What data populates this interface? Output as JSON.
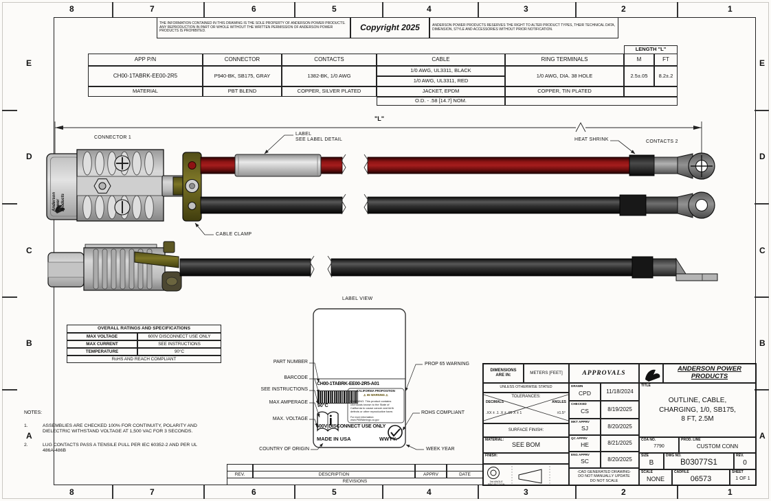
{
  "sheet": {
    "notice_left": "THE INFORMATION CONTAINED IN THIS DRAWING IS THE SOLE PROPERTY OF ANDERSON POWER PRODUCTS.  ANY REPRODUCTION IN PART OR WHOLE WITHOUT THE WRITTEN PERMISSION OF ANDERSON POWER PRODUCTS IS PROHIBITED.",
    "copyright": "Copyright 2025",
    "notice_right": "ANDERSON POWER PRODUCTS RESERVES THE RIGHT TO ALTER PRODUCT TYPES, THEIR TECHNICAL DATA, DIMENSION, STYLE AND ACCESSORIES WITHOUT PRIOR NOTIFICATION.",
    "zones_top": [
      "8",
      "7",
      "6",
      "5",
      "4",
      "3",
      "2",
      "1"
    ],
    "zones_bottom": [
      "8",
      "7",
      "6",
      "5",
      "4",
      "3",
      "2",
      "1"
    ],
    "zones_left": [
      "E",
      "D",
      "C",
      "B",
      "A"
    ],
    "zones_right": [
      "E",
      "D",
      "C",
      "B",
      "A"
    ]
  },
  "spec_table": {
    "length_header": "LENGTH \"L\"",
    "col_app": "APP P/N",
    "col_connector": "CONNECTOR",
    "col_contacts": "CONTACTS",
    "col_cable": "CABLE",
    "col_ring": "RING TERMINALS",
    "col_m": "M",
    "col_ft": "FT",
    "app_pn": "CH00-1TABRK-EE00-2R5",
    "connector": "P940-BK, SB175, GRAY",
    "contacts": "1382-BK, 1/0 AWG",
    "cable_black": "1/0 AWG, UL3311, BLACK",
    "cable_red": "1/0 AWG, UL3311, RED",
    "ring": "1/0 AWG, DIA. 38 HOLE",
    "len_m": "2.5±.05",
    "len_ft": "8.2±.2",
    "material_label": "MATERIAL",
    "material_connector": "PBT BLEND",
    "material_contacts": "COPPER, SILVER PLATED",
    "material_cable": "JACKET, EPDM",
    "material_ring": "COPPER, TIN PLATED",
    "cable_od": "O.D. - .58 [14.7] NOM."
  },
  "drawing": {
    "dim_label": "\"L\"",
    "callout_connector1": "CONNECTOR 1",
    "callout_label": "LABEL\nSEE LABEL DETAIL",
    "callout_heat_shrink": "HEAT SHRINK",
    "callout_contacts2": "CONTACTS 2",
    "callout_cable_clamp": "CABLE CLAMP",
    "connector_brand": "Anderson\nPower\nProducts"
  },
  "ratings": {
    "title": "OVERALL RATINGS AND SPECIFICATIONS",
    "rows": [
      {
        "label": "MAX VOLTAGE",
        "value": "600V DISCONNECT USE ONLY"
      },
      {
        "label": "MAX CURRENT",
        "value": "SEE INSTRUCTIONS"
      },
      {
        "label": "TEMPERATURE",
        "value": "90°C"
      }
    ],
    "footer": "RoHS AND REACH COMPLIANT"
  },
  "notes": {
    "title": "NOTES:",
    "items": [
      {
        "num": "1.",
        "text": "ASSEMBLIES ARE CHECKED 100% FOR CONTINUITY, POLARITY AND\nDIELECTRIC WITHSTAND VOLTAGE AT 1,500 VAC FOR 3 SECONDS."
      },
      {
        "num": "2.",
        "text": "LUG CONTACTS PASS A TENSILE PULL PER IEC 60352-2 AND PER UL\n486A-486B"
      }
    ]
  },
  "label_view": {
    "title": "LABEL VIEW",
    "part_number": "CH00-1TABRK-EE00-2R5-A01",
    "temp": "90°C",
    "voltage": "600V DISCONNECT USE ONLY",
    "origin": "MADE IN USA",
    "week_year": "WWYY.",
    "prop65_title": "CALIFORNIA PROPOSITION",
    "prop65_warning": "⚠ 65 WARNING ⚠",
    "prop65_body": "WARNING: This product contains chemicals known to the State of California to cause cancer and birth defects or other reproductive harm.",
    "prop65_link": "For more information: www.P65Warnings.ca.gov",
    "callouts_left": [
      "PART NUMBER",
      "BARCODE",
      "SEE INSTRUCTIONS",
      "MAX AMPERAGE",
      "MAX. VOLTAGE",
      "COUNTRY OF ORIGIN"
    ],
    "callouts_right": [
      "PROP 65 WARNING",
      "ROHS COMPLIANT",
      "WEEK YEAR"
    ]
  },
  "revisions": {
    "col_rev": "REV.",
    "col_desc": "DESCRIPTION",
    "col_apprv": "APPRV",
    "col_date": "DATE",
    "footer": "REVISIONS"
  },
  "title_block": {
    "dims_label": "DIMENSIONS\nARE IN:",
    "dims_value": "METERS [FEET]",
    "unless": "UNLESS OTHERWISE STATED",
    "tolerances": "TOLERANCES:",
    "decimals_label": "DECIMALS",
    "angles_label": "ANGLES",
    "decimals_value": ".XX ± .1   .X ± .05   X ± 1",
    "angles_value": "±1.5°",
    "surface_finish": "SURFACE FINISH:",
    "material_label": "MATERIAL:",
    "material_value": "SEE BOM",
    "finish_label": "FINISH:",
    "projection_label": "3rd ANGLE\nPROJECTION",
    "approvals_title": "APPROVALS",
    "approvals": [
      {
        "role": "DRAWN",
        "initials": "CPD",
        "date": "11/18/2024"
      },
      {
        "role": "CHECKED",
        "initials": "CS",
        "date": "8/19/2025"
      },
      {
        "role": "MKT APPRV",
        "initials": "SJ",
        "date": "8/20/2025"
      },
      {
        "role": "QC APPRV",
        "initials": "HE",
        "date": "8/21/2025"
      },
      {
        "role": "ENG APPRV",
        "initials": "SC",
        "date": "8/20/2025"
      }
    ],
    "cad_note": "-CAD GENERATED DRAWING-\nDO NOT MANUALLY UPDATE\nDO NOT SCALE",
    "company": "ANDERSON POWER\nPRODUCTS",
    "title_label": "TITLE",
    "title": "OUTLINE, CABLE,\nCHARGING, 1/0, SB175,\n8 FT, 2.5M",
    "coa_label": "COA NO.",
    "coa": "7790",
    "prod_line_label": "PROD. LINE",
    "prod_line": "CUSTOM CONN",
    "size_label": "SIZE",
    "size": "B",
    "dwg_label": "DWG NO.",
    "dwg": "B03077S1",
    "rev_label": "REV.",
    "rev": "0",
    "scale_label": "SCALE",
    "scale": "NONE",
    "cadfile_label": "CADFILE",
    "cadfile": "06573",
    "sheet_label": "SHEET",
    "sheet": "1 OF 1"
  }
}
